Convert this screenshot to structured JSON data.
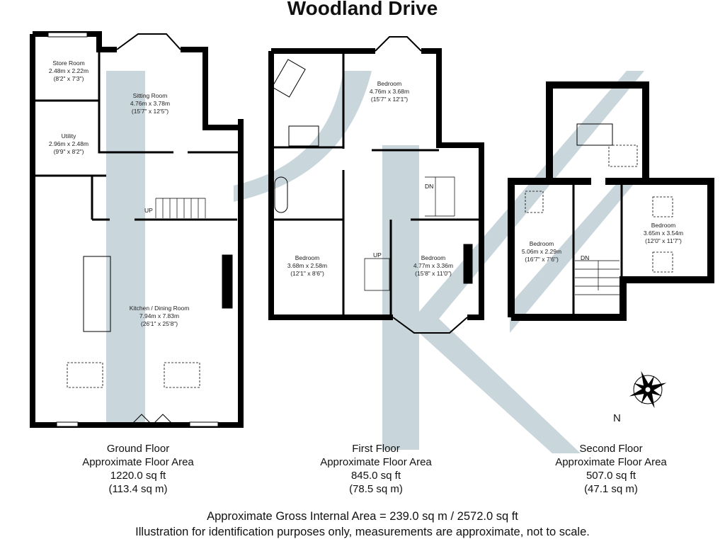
{
  "title": "Woodland Drive",
  "colors": {
    "wall": "#000000",
    "watermark": "#c3d1d8"
  },
  "ground_floor": {
    "name": "Ground Floor",
    "area_label": "Approximate Floor Area",
    "sqft": "1220.0 sq ft",
    "sqm": "(113.4 sq m)",
    "rooms": [
      {
        "name": "Store Room",
        "metric": "2.48m x 2.22m",
        "imperial": "(8'2\" x 7'3\")"
      },
      {
        "name": "Sitting Room",
        "metric": "4.76m x 3.78m",
        "imperial": "(15'7\" x 12'5\")"
      },
      {
        "name": "Utility",
        "metric": "2.96m x 2.48m",
        "imperial": "(9'9\" x 8'2\")"
      },
      {
        "name": "Kitchen / Dining Room",
        "metric": "7.94m x 7.83m",
        "imperial": "(26'1\" x 25'8\")"
      }
    ],
    "stairs": "UP"
  },
  "first_floor": {
    "name": "First Floor",
    "area_label": "Approximate Floor Area",
    "sqft": "845.0 sq ft",
    "sqm": "(78.5 sq m)",
    "rooms": [
      {
        "name": "Bedroom",
        "metric": "4.76m x 3.68m",
        "imperial": "(15'7\" x 12'1\")"
      },
      {
        "name": "Bedroom",
        "metric": "3.68m x 2.58m",
        "imperial": "(12'1\" x 8'6\")"
      },
      {
        "name": "Bedroom",
        "metric": "4.77m x 3.36m",
        "imperial": "(15'8\" x 11'0\")"
      }
    ],
    "stairs_up": "UP",
    "stairs_down": "DN"
  },
  "second_floor": {
    "name": "Second Floor",
    "area_label": "Approximate Floor Area",
    "sqft": "507.0 sq ft",
    "sqm": "(47.1 sq m)",
    "rooms": [
      {
        "name": "Bedroom",
        "metric": "5.06m x 2.29m",
        "imperial": "(16'7\" x 7'6\")"
      },
      {
        "name": "Bedroom",
        "metric": "3.65m x 3.54m",
        "imperial": "(12'0\" x 11'7\")"
      }
    ],
    "stairs_down": "DN"
  },
  "compass": "N",
  "footer": {
    "gross_area": "Approximate Gross Internal Area = 239.0 sq m / 2572.0 sq ft",
    "disclaimer": "Illustration for identification purposes only, measurements are approximate, not to scale."
  }
}
